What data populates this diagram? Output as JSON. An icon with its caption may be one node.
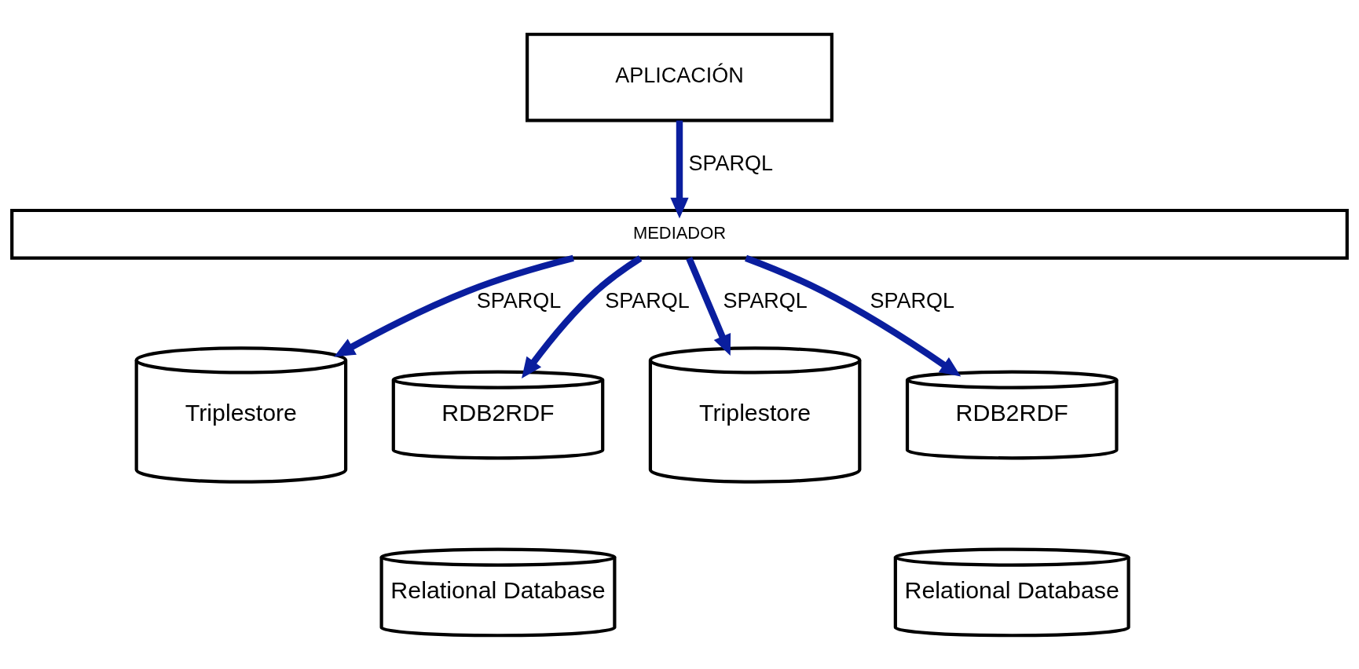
{
  "diagram": {
    "nodes": [
      {
        "text": [
          "APLICACIÓN"
        ]
      },
      {
        "text": [
          "MEDIADOR"
        ]
      },
      {
        "text": [
          "Triplestore"
        ]
      },
      {
        "text": [
          "RDB2RDF"
        ]
      },
      {
        "text": [
          "Relational Database"
        ]
      },
      {
        "text": [
          "Triplestore"
        ]
      },
      {
        "text": [
          "RDB2RDF"
        ]
      },
      {
        "text": [
          "Relational Database"
        ]
      }
    ],
    "edges": [
      {
        "from": 0,
        "to": 1,
        "arrow": "to",
        "label": "SPARQL"
      },
      {
        "from": 1,
        "to": 2,
        "arrow": "to",
        "label": "SPARQL"
      },
      {
        "from": 1,
        "to": 3,
        "arrow": "to",
        "label": "SPARQL"
      },
      {
        "from": 1,
        "to": 5,
        "arrow": "to",
        "label": "SPARQL"
      },
      {
        "from": 1,
        "to": 6,
        "arrow": "to",
        "label": "SPARQL"
      }
    ]
  }
}
